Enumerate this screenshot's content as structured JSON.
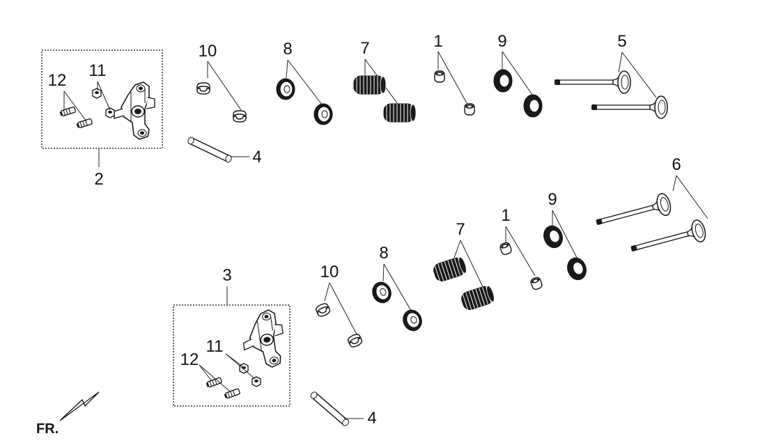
{
  "callouts": {
    "c1_top": "1",
    "c1_bot": "1",
    "c2": "2",
    "c3": "3",
    "c4_top": "4",
    "c4_bot": "4",
    "c5": "5",
    "c6": "6",
    "c7_top": "7",
    "c7_bot": "7",
    "c8_top": "8",
    "c8_bot": "8",
    "c9_top": "9",
    "c9_bot": "9",
    "c10_top": "10",
    "c10_bot": "10",
    "c11_top": "11",
    "c11_bot": "11",
    "c12_top": "12",
    "c12_bot": "12"
  },
  "front_marker": "FR.",
  "colors": {
    "line": "#111111",
    "part_fill": "#ffffff",
    "part_dark": "#1a1a1a"
  }
}
